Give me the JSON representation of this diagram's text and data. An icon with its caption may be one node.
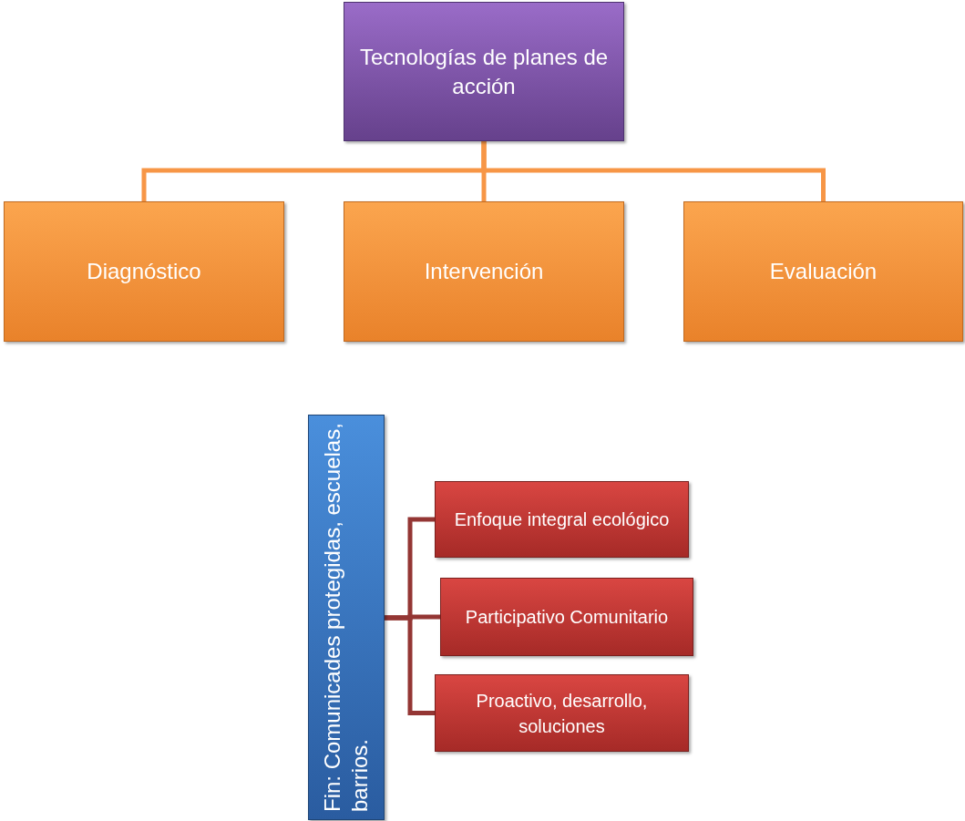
{
  "diagram": {
    "nodes": [
      {
        "text": [
          "Tecnologías de planes de acción"
        ]
      },
      {
        "text": [
          "Diagnóstico"
        ]
      },
      {
        "text": [
          "Intervención"
        ]
      },
      {
        "text": [
          "Evaluación"
        ]
      },
      {
        "text": [
          "Fin: Comunicades protegidas, escuelas, barrios."
        ]
      },
      {
        "text": [
          "Enfoque integral ecológico"
        ]
      },
      {
        "text": [
          "Participativo Comunitario"
        ]
      },
      {
        "text": [
          "Proactivo, desarrollo, soluciones"
        ]
      }
    ],
    "edges": [
      {
        "from": 0,
        "to": 1,
        "arrow": "none"
      },
      {
        "from": 0,
        "to": 2,
        "arrow": "none"
      },
      {
        "from": 0,
        "to": 3,
        "arrow": "none"
      },
      {
        "from": 4,
        "to": 5,
        "arrow": "none",
        "color": "#943634"
      },
      {
        "from": 4,
        "to": 6,
        "arrow": "none",
        "color": "#943634"
      },
      {
        "from": 4,
        "to": 7,
        "arrow": "none",
        "color": "#943634"
      }
    ]
  }
}
